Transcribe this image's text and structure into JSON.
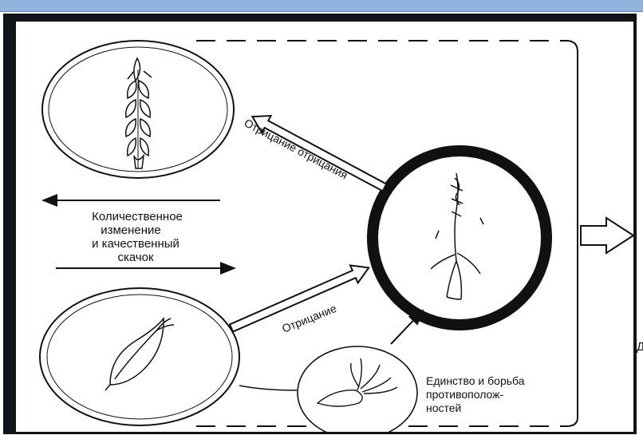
{
  "colors": {
    "header": "#8fb4de",
    "frame": "#101418",
    "ink": "#111111"
  },
  "labels": {
    "negation_of_negation": "Отрицание отрицания",
    "negation": "Отрицание",
    "quant_line1": "Количественное",
    "quant_line2": "изменение",
    "quant_line3": "и качественный",
    "quant_line4": "скачок",
    "unity_line1": "Единство и борьба",
    "unity_line2": "противополож-",
    "unity_line3": "ностей",
    "stray_char": "Д"
  },
  "icons": {
    "wheat_ear": "wheat-ear-icon",
    "seed": "seed-icon",
    "young_plant": "young-plant-icon",
    "sprouting_seed": "sprouting-seed-icon"
  }
}
